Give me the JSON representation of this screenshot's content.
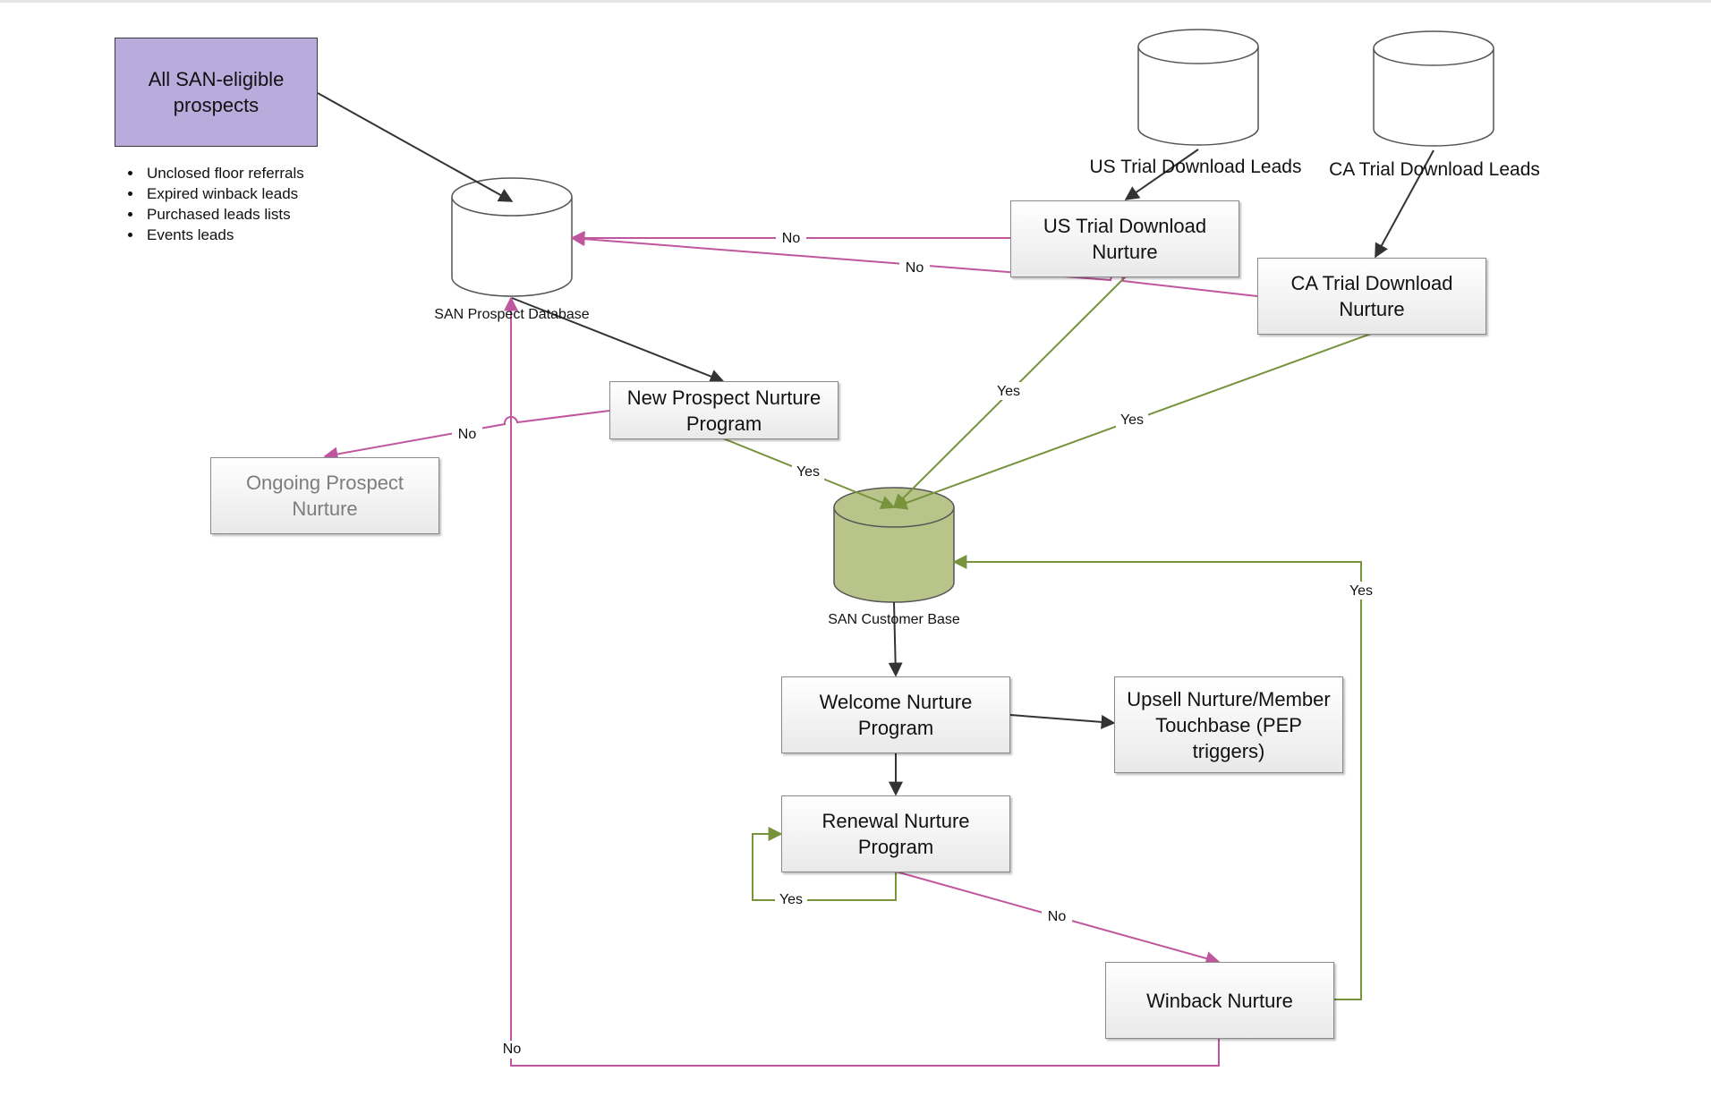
{
  "nodes": {
    "all_prospects": "All SAN-eligible prospects",
    "us_trial_db": "US Trial Download Leads",
    "ca_trial_db": "CA Trial Download Leads",
    "us_trial_nurture": "US Trial Download Nurture",
    "ca_trial_nurture": "CA Trial Download Nurture",
    "prospect_db": "SAN Prospect Database",
    "new_prospect": "New Prospect Nurture Program",
    "ongoing_prospect": "Ongoing Prospect Nurture",
    "customer_base": "SAN Customer Base",
    "welcome": "Welcome Nurture Program",
    "upsell": "Upsell Nurture/Member Touchbase (PEP triggers)",
    "renewal": "Renewal Nurture Program",
    "winback": "Winback Nurture"
  },
  "prospect_sources": [
    "Unclosed floor referrals",
    "Expired winback leads",
    "Purchased leads lists",
    "Events leads"
  ],
  "edge_labels": {
    "us_no": "No",
    "ca_no": "No",
    "new_no": "No",
    "new_yes": "Yes",
    "us_yes": "Yes",
    "ca_yes": "Yes",
    "winback_yes": "Yes",
    "renewal_yes": "Yes",
    "renewal_no": "No",
    "winback_no": "No"
  },
  "colors": {
    "yes_edge": "#77933c",
    "no_edge": "#c0569d",
    "flow_edge": "#333333",
    "customer_db_fill": "#b8c48a",
    "prospects_box_fill": "#b9acdd"
  }
}
